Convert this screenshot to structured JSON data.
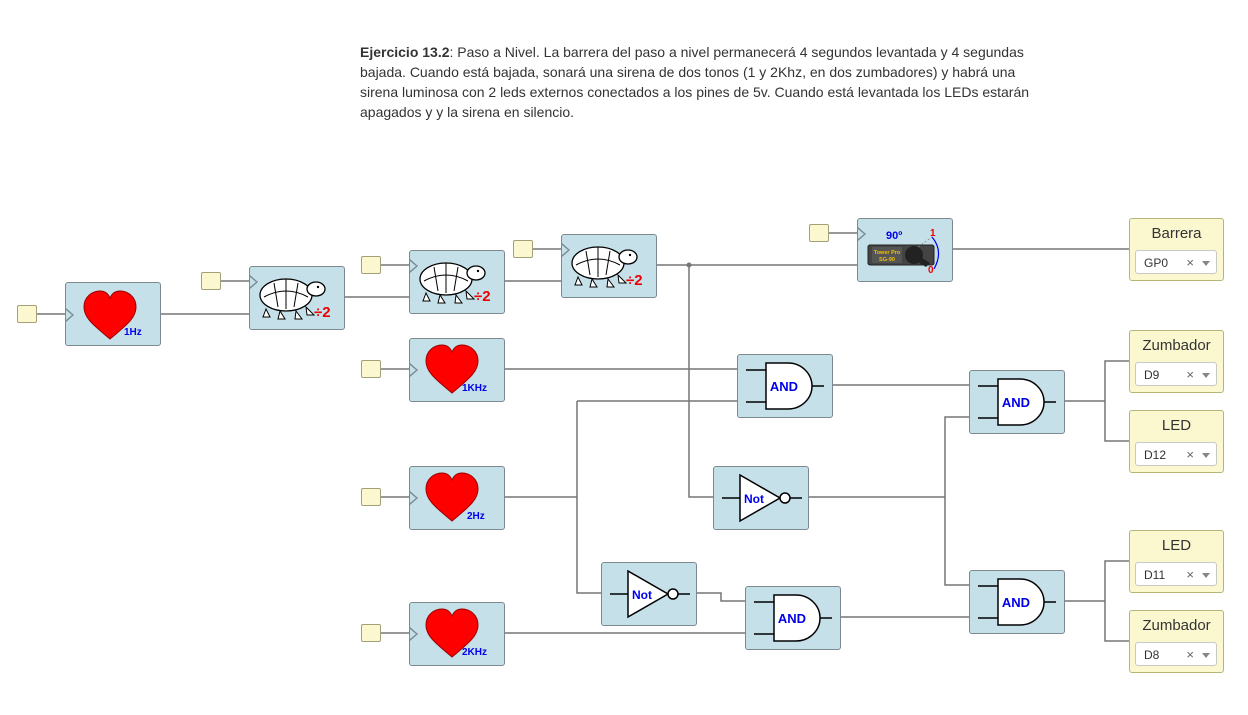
{
  "description": {
    "title": "Ejercicio 13.2",
    "text": ": Paso a Nivel. La barrera del paso a nivel permanecerá 4 segundos levantada y 4 segundas bajada. Cuando está bajada, sonará una sirena de dos tonos (1 y 2Khz, en dos zumbadores) y habrá una sirena luminosa con 2 leds externos conectados a los pines de 5v. Cuando está levantada los LEDs estarán apagados y y la sirena en silencio."
  },
  "blocks": {
    "clock_1hz": {
      "label": "1Hz",
      "icon": "heart-icon"
    },
    "div1": {
      "label": "÷2",
      "icon": "turtle-icon"
    },
    "div2": {
      "label": "÷2",
      "icon": "turtle-icon"
    },
    "div3": {
      "label": "÷2",
      "icon": "turtle-icon"
    },
    "clock_1khz": {
      "label": "1KHz",
      "icon": "heart-icon"
    },
    "clock_2hz": {
      "label": "2Hz",
      "icon": "heart-icon"
    },
    "clock_2khz": {
      "label": "2KHz",
      "icon": "heart-icon"
    },
    "servo": {
      "angle": "90º",
      "brand": "Tower Pro",
      "model": "SG-90",
      "max": "1",
      "min": "0",
      "icon": "servo-icon"
    },
    "and1": {
      "label": "AND"
    },
    "and2": {
      "label": "AND"
    },
    "and3": {
      "label": "AND"
    },
    "and4": {
      "label": "AND"
    },
    "not1": {
      "label": "Not"
    },
    "not2": {
      "label": "Not"
    }
  },
  "outputs": [
    {
      "label": "Barrera",
      "pin": "GP0"
    },
    {
      "label": "Zumbador",
      "pin": "D9"
    },
    {
      "label": "LED",
      "pin": "D12"
    },
    {
      "label": "LED",
      "pin": "D11"
    },
    {
      "label": "Zumbador",
      "pin": "D8"
    }
  ],
  "clear_symbol": "×",
  "colors": {
    "block_bg": "#c5e0e8",
    "input_bg": "#fbf8d0",
    "heart": "#ff0000",
    "label_blue": "#0000ee",
    "label_red": "#ee0000",
    "wire": "#777777"
  }
}
